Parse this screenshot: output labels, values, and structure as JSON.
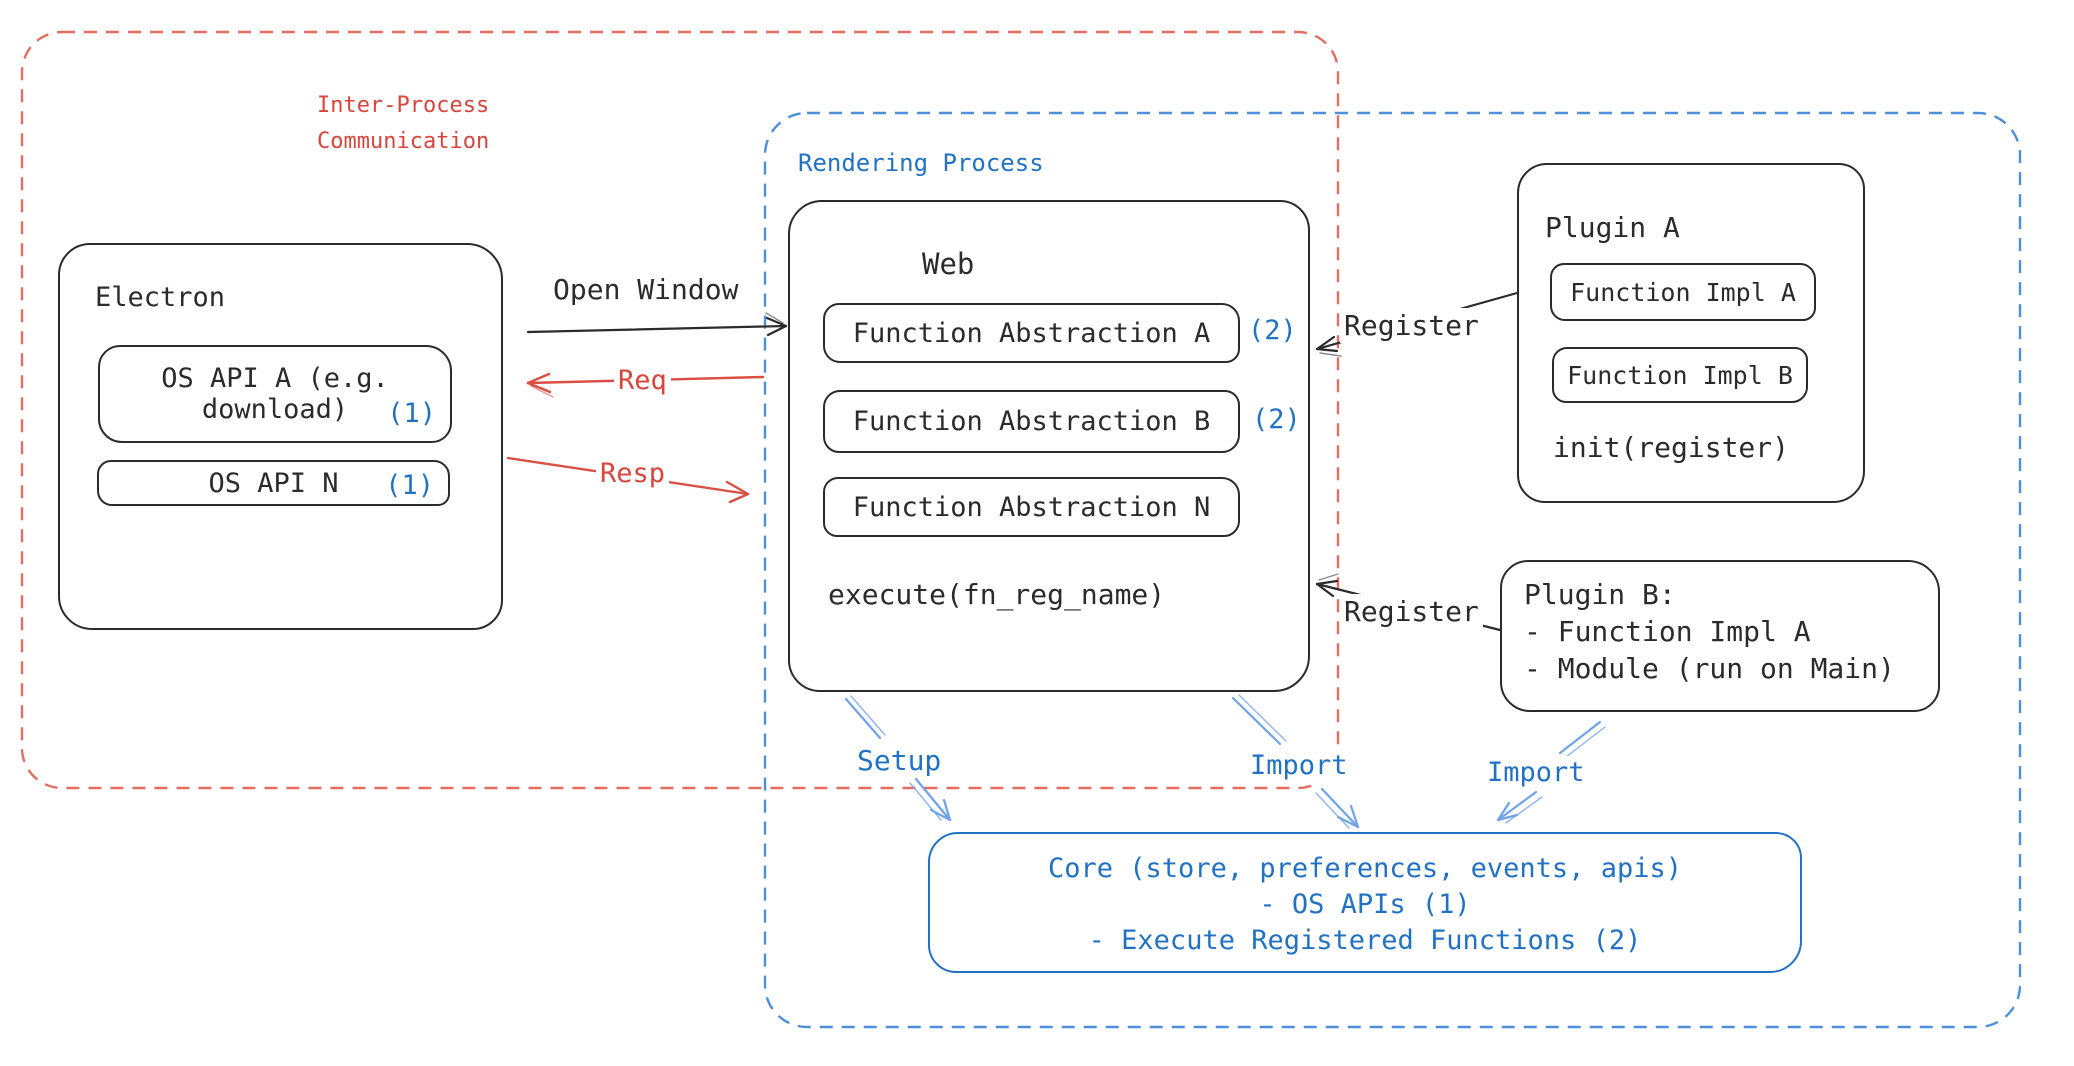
{
  "containers": {
    "ipc": {
      "label_line1": "Inter-Process",
      "label_line2": "Communication"
    },
    "rendering": {
      "label": "Rendering Process"
    }
  },
  "electron": {
    "title": "Electron",
    "api_a_line1": "OS API A (e.g.",
    "api_a_line2": "download)",
    "api_a_badge": "(1)",
    "api_n_label": "OS API N",
    "api_n_badge": "(1)"
  },
  "web": {
    "title": "Web",
    "abstractions": [
      {
        "label": "Function Abstraction A",
        "badge": "(2)"
      },
      {
        "label": "Function Abstraction B",
        "badge": "(2)"
      },
      {
        "label": "Function Abstraction N",
        "badge": ""
      }
    ],
    "execute": "execute(fn_reg_name)"
  },
  "plugin_a": {
    "title": "Plugin A",
    "impl_a": "Function Impl A",
    "impl_b": "Function Impl B",
    "init": "init(register)"
  },
  "plugin_b": {
    "line1": "Plugin B:",
    "line2": "- Function Impl A",
    "line3": "- Module (run on Main)"
  },
  "core": {
    "line1": "Core (store, preferences, events, apis)",
    "line2": "- OS APIs (1)",
    "line3": "- Execute Registered Functions (2)"
  },
  "arrows": {
    "open_window": "Open Window",
    "req": "Req",
    "resp": "Resp",
    "register_top": "Register",
    "register_bottom": "Register",
    "setup": "Setup",
    "import_web": "Import",
    "import_plugin": "Import"
  },
  "colors": {
    "black": "#2b2b2b",
    "red": "#d6463c",
    "red_border": "#e25d4e",
    "blue": "#2272c3",
    "blue_border": "#4e8fd9",
    "light_blue": "#6fa3e8",
    "bg": "#ffffff"
  }
}
